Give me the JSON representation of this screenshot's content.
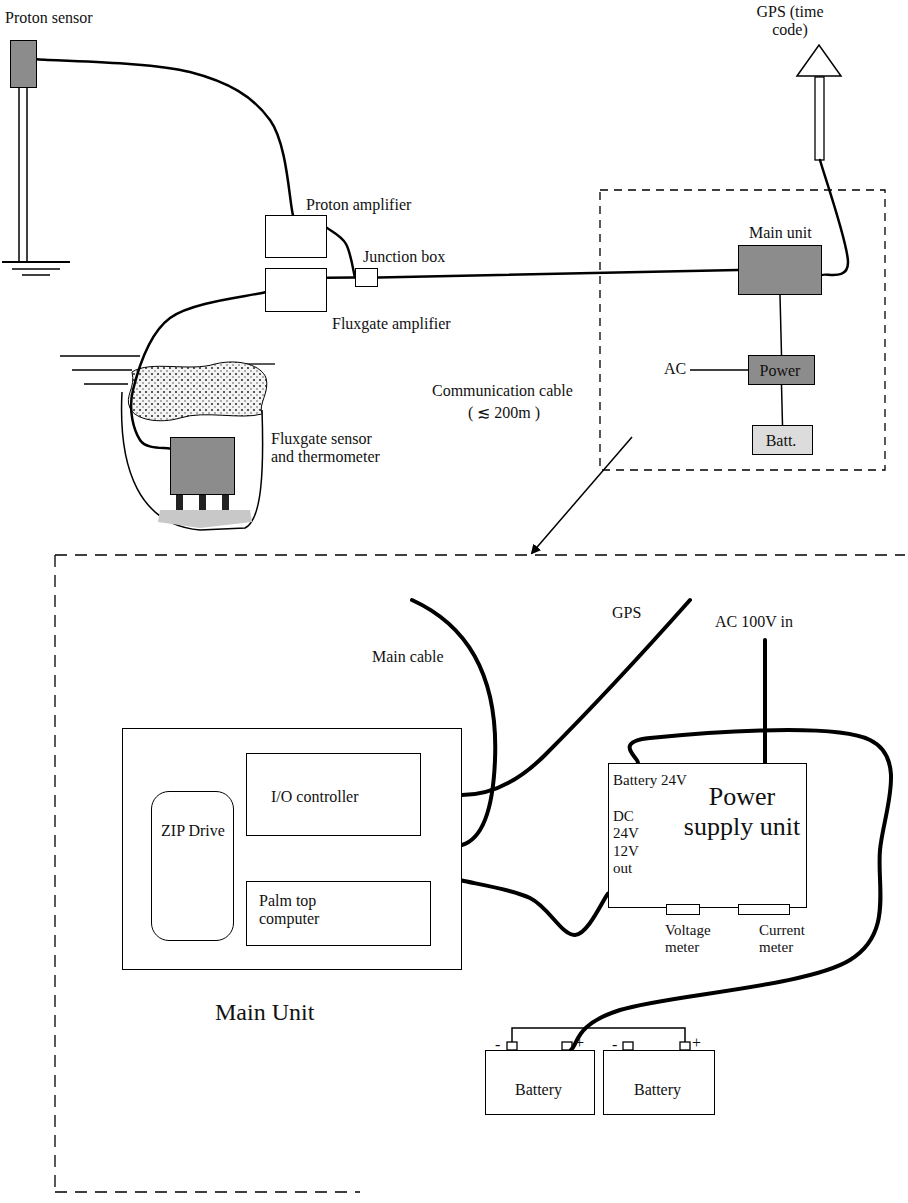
{
  "diagram": {
    "nodes": [
      {
        "text": [
          "Proton sensor"
        ]
      },
      {
        "text": [
          "Proton amplifier"
        ]
      },
      {
        "text": [
          "Junction box"
        ]
      },
      {
        "text": [
          "Fluxgate amplifier"
        ]
      },
      {
        "text": [
          "Fluxgate sensor and thermometer"
        ]
      },
      {
        "text": [
          "GPS (time code)"
        ]
      },
      {
        "text": [
          "Main unit"
        ]
      },
      {
        "text": [
          "Power"
        ]
      },
      {
        "text": [
          "Batt."
        ]
      },
      {
        "text": [
          "Main Unit"
        ]
      },
      {
        "text": [
          "ZIP Drive"
        ],
        "in": 9
      },
      {
        "text": [
          "I/O controller"
        ],
        "in": 9
      },
      {
        "text": [
          "Palm top computer"
        ],
        "in": 9
      },
      {
        "text": [
          "Battery 24V",
          "Power supply unit",
          "DC 24V 12V out"
        ]
      },
      {
        "text": [
          "Voltage meter"
        ]
      },
      {
        "text": [
          "Current meter"
        ]
      },
      {
        "text": [
          "Battery"
        ]
      },
      {
        "text": [
          "Battery"
        ]
      }
    ],
    "edges": [
      {
        "from": 0,
        "to": 1,
        "arrow": "none"
      },
      {
        "from": 1,
        "to": 2,
        "arrow": "none"
      },
      {
        "from": 4,
        "to": 3,
        "arrow": "none"
      },
      {
        "from": 3,
        "to": 2,
        "arrow": "none"
      },
      {
        "from": 2,
        "to": 6,
        "arrow": "none"
      },
      {
        "from": 6,
        "to": 5,
        "arrow": "none"
      },
      {
        "from": 6,
        "to": 7,
        "arrow": "none"
      },
      {
        "from": 7,
        "to": 8,
        "arrow": "none"
      },
      {
        "from": 9,
        "to": 13,
        "arrow": "none"
      },
      {
        "from": 13,
        "to": 16,
        "arrow": "none"
      }
    ],
    "labels": [
      "AC",
      "Communication cable",
      "( ≲ 200m )",
      "Main cable",
      "GPS",
      "AC 100V in",
      "-",
      "+",
      "-",
      "+"
    ]
  }
}
